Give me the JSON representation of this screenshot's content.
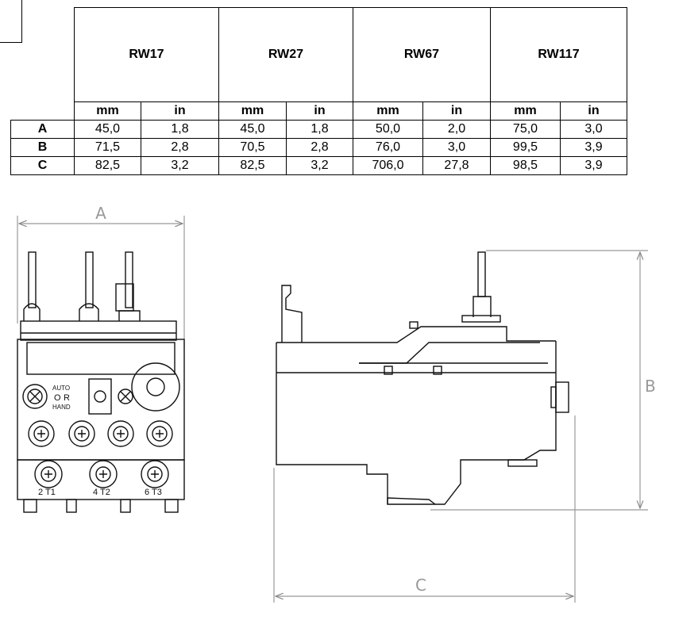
{
  "table": {
    "models": [
      "RW17",
      "RW27",
      "RW67",
      "RW117"
    ],
    "units": [
      "mm",
      "in",
      "mm",
      "in",
      "mm",
      "in",
      "mm",
      "in"
    ],
    "rows": [
      {
        "label": "A",
        "values": [
          "45,0",
          "1,8",
          "45,0",
          "1,8",
          "50,0",
          "2,0",
          "75,0",
          "3,0"
        ]
      },
      {
        "label": "B",
        "values": [
          "71,5",
          "2,8",
          "70,5",
          "2,8",
          "76,0",
          "3,0",
          "99,5",
          "3,9"
        ]
      },
      {
        "label": "C",
        "values": [
          "82,5",
          "3,2",
          "82,5",
          "3,2",
          "706,0",
          "27,8",
          "98,5",
          "3,9"
        ]
      }
    ]
  },
  "drawing": {
    "dim_a": "A",
    "dim_b": "B",
    "dim_c": "C",
    "front_labels": {
      "auto": "AUTO",
      "o": "O",
      "r": "R",
      "hand": "HAND",
      "t1": "2 T1",
      "t2": "4 T2",
      "t3": "6 T3"
    }
  }
}
